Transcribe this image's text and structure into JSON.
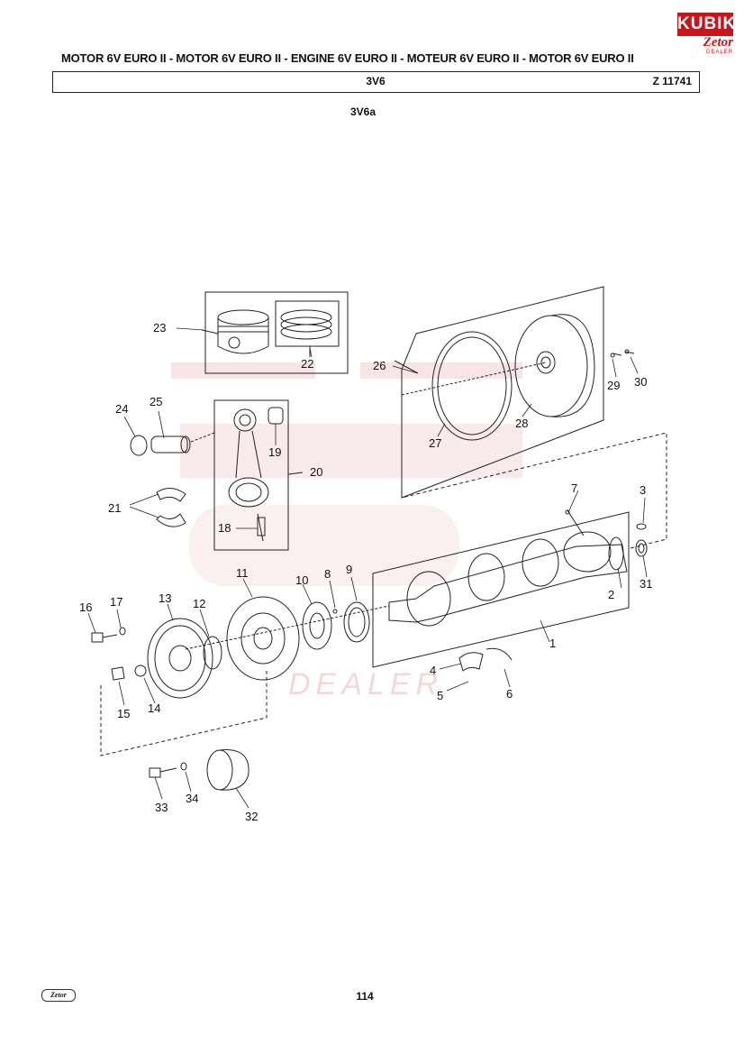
{
  "header": {
    "title": "MOTOR 6V EURO II - MOTOR 6V EURO II - ENGINE 6V EURO II - MOTEUR 6V EURO II - MOTOR 6V EURO II",
    "section_code": "3V6",
    "drawing_code": "Z 11741",
    "sub_code": "3V6a"
  },
  "logo": {
    "top_text": "KUBIK",
    "brand_text": "Zetor",
    "dealer_text": "DEALER"
  },
  "watermark": {
    "text": "DEALER",
    "color": "#f3c4c4"
  },
  "callouts": [
    {
      "id": "c1",
      "label": "1"
    },
    {
      "id": "c2",
      "label": "2"
    },
    {
      "id": "c3",
      "label": "3"
    },
    {
      "id": "c4",
      "label": "4"
    },
    {
      "id": "c5",
      "label": "5"
    },
    {
      "id": "c6",
      "label": "6"
    },
    {
      "id": "c7",
      "label": "7"
    },
    {
      "id": "c8",
      "label": "8"
    },
    {
      "id": "c9",
      "label": "9"
    },
    {
      "id": "c10",
      "label": "10"
    },
    {
      "id": "c11",
      "label": "11"
    },
    {
      "id": "c12",
      "label": "12"
    },
    {
      "id": "c13",
      "label": "13"
    },
    {
      "id": "c14",
      "label": "14"
    },
    {
      "id": "c15",
      "label": "15"
    },
    {
      "id": "c16",
      "label": "16"
    },
    {
      "id": "c17",
      "label": "17"
    },
    {
      "id": "c18",
      "label": "18"
    },
    {
      "id": "c19",
      "label": "19"
    },
    {
      "id": "c20",
      "label": "20"
    },
    {
      "id": "c21",
      "label": "21"
    },
    {
      "id": "c22",
      "label": "22"
    },
    {
      "id": "c23",
      "label": "23"
    },
    {
      "id": "c24",
      "label": "24"
    },
    {
      "id": "c25",
      "label": "25"
    },
    {
      "id": "c26",
      "label": "26"
    },
    {
      "id": "c27",
      "label": "27"
    },
    {
      "id": "c28",
      "label": "28"
    },
    {
      "id": "c29",
      "label": "29"
    },
    {
      "id": "c30",
      "label": "30"
    },
    {
      "id": "c31",
      "label": "31"
    },
    {
      "id": "c32",
      "label": "32"
    },
    {
      "id": "c33",
      "label": "33"
    },
    {
      "id": "c34",
      "label": "34"
    }
  ],
  "footer": {
    "logo_text": "Zetor",
    "page_number": "114"
  }
}
